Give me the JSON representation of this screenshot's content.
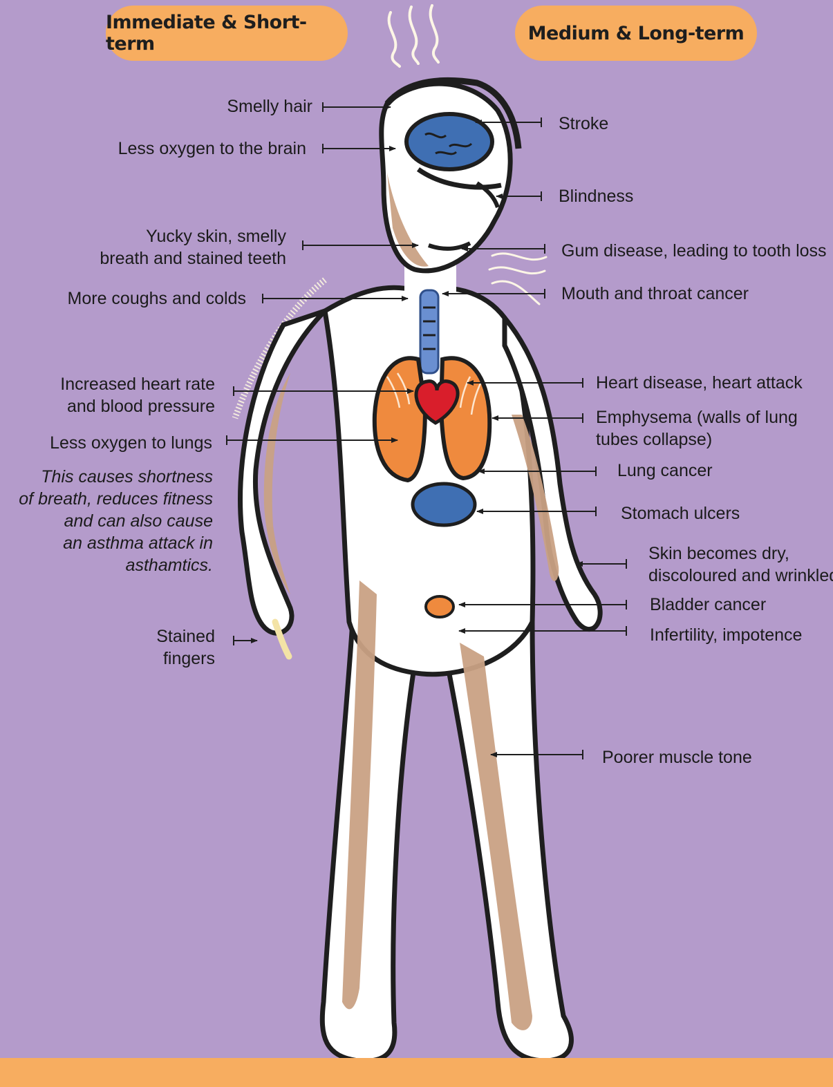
{
  "headers": {
    "short_term": "Immediate & Short-term",
    "long_term": "Medium & Long-term"
  },
  "left_labels": {
    "smelly_hair": "Smelly hair",
    "less_oxygen_brain": "Less oxygen to the brain",
    "yucky_skin_1": "Yucky skin, smelly",
    "yucky_skin_2": "breath and stained teeth",
    "coughs_colds": "More coughs and colds",
    "heart_rate_1": "Increased heart rate",
    "heart_rate_2": "and blood pressure",
    "less_oxygen_lungs": "Less oxygen to lungs",
    "note_1": "This causes shortness",
    "note_2": "of breath, reduces fitness",
    "note_3": "and can also cause",
    "note_4": "an asthma attack in",
    "note_5": "asthamtics.",
    "stained_fingers_1": "Stained",
    "stained_fingers_2": "fingers"
  },
  "right_labels": {
    "stroke": "Stroke",
    "blindness": "Blindness",
    "gum_disease": "Gum disease, leading to tooth loss",
    "mouth_throat": "Mouth and throat cancer",
    "heart_disease": "Heart disease, heart attack",
    "emphysema_1": "Emphysema (walls of lung",
    "emphysema_2": "tubes collapse)",
    "lung_cancer": "Lung cancer",
    "stomach_ulcers": "Stomach ulcers",
    "skin_dry_1": "Skin becomes dry,",
    "skin_dry_2": "discoloured and wrinkled",
    "bladder_cancer": "Bladder cancer",
    "infertility": "Infertility, impotence",
    "muscle_tone": "Poorer muscle tone"
  },
  "colors": {
    "background": "#b49bcb",
    "accent_orange": "#f7ad60",
    "skin_tan": "#c9a184",
    "organ_blue": "#3f6fb3",
    "lung_orange": "#ef8a3e",
    "heart_red": "#d91e2b",
    "outline": "#1e1e1e"
  }
}
